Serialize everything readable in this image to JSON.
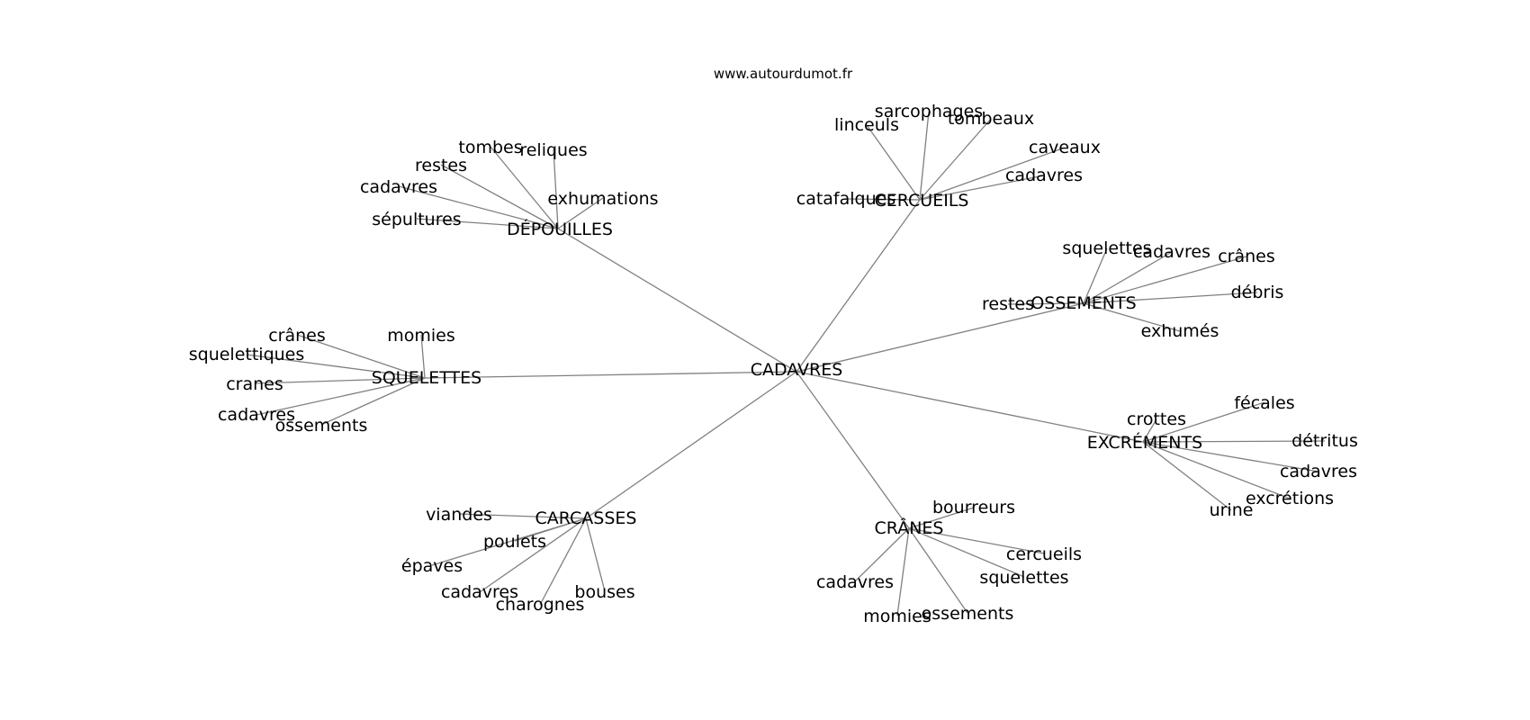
{
  "site": "www.autourdumot.fr",
  "center": "CADAVRES",
  "colors": {
    "edge": "#808080",
    "text": "#000000",
    "background": "#ffffff"
  },
  "hubs": [
    {
      "label": "DÉPOUILLES",
      "words": [
        "tombes",
        "reliques",
        "restes",
        "cadavres",
        "exhumations",
        "sépultures"
      ]
    },
    {
      "label": "CERCUEILS",
      "words": [
        "sarcophages",
        "linceuls",
        "tombeaux",
        "caveaux",
        "cadavres",
        "catafalques"
      ]
    },
    {
      "label": "OSSEMENTS",
      "words": [
        "squelettes",
        "cadavres",
        "crânes",
        "débris",
        "restes",
        "exhumés"
      ]
    },
    {
      "label": "SQUELETTES",
      "words": [
        "crânes",
        "momies",
        "squelettiques",
        "cranes",
        "cadavres",
        "ossements"
      ]
    },
    {
      "label": "EXCRÉMENTS",
      "words": [
        "fécales",
        "crottes",
        "détritus",
        "cadavres",
        "excrétions",
        "urine"
      ]
    },
    {
      "label": "CARCASSES",
      "words": [
        "viandes",
        "poulets",
        "épaves",
        "cadavres",
        "charognes",
        "bouses"
      ]
    },
    {
      "label": "CRÂNES",
      "words": [
        "bourreurs",
        "cercueils",
        "squelettes",
        "cadavres",
        "momies",
        "ossements"
      ]
    }
  ]
}
